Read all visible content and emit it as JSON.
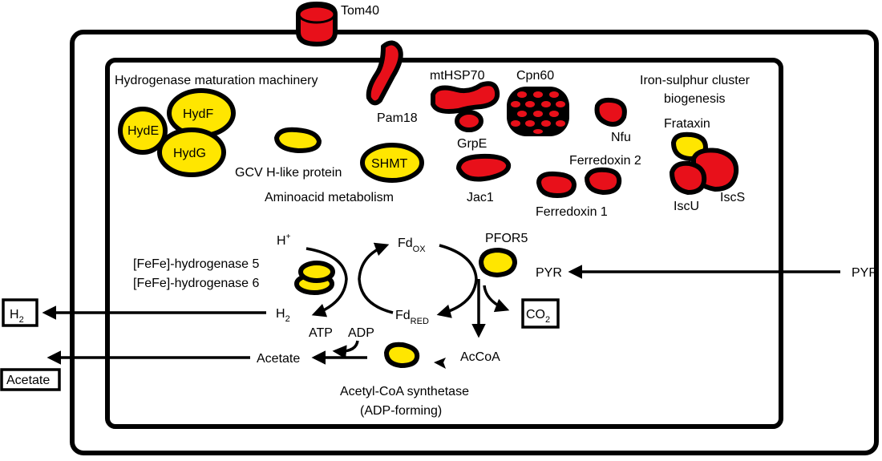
{
  "colors": {
    "red": "#e8101a",
    "yellow": "#ffe600",
    "outline": "#000000"
  },
  "proteins": {
    "tom40": "Tom40",
    "pam18": "Pam18",
    "mthsp70": "mtHSP70",
    "cpn60": "Cpn60",
    "grpe": "GrpE",
    "nfu": "Nfu",
    "jac1": "Jac1",
    "ferredoxin1": "Ferredoxin 1",
    "ferredoxin2": "Ferredoxin 2",
    "frataxin": "Frataxin",
    "iscu": "IscU",
    "iscs": "IscS",
    "hyde": "HydE",
    "hydf": "HydF",
    "hydg": "HydG",
    "gcv": "GCV H-like protein",
    "shmt": "SHMT",
    "pfor": "PFOR5",
    "hydrogenase5": "[FeFe]-hydrogenase 5",
    "hydrogenase6": "[FeFe]-hydrogenase 6",
    "acs_line1": "Acetyl-CoA synthetase",
    "acs_line2": "(ADP-forming)"
  },
  "groups": {
    "hydrogenase_maturation": "Hydrogenase maturation machinery",
    "fes_line1": "Iron-sulphur cluster",
    "fes_line2": "biogenesis",
    "aminoacid": "Aminoacid metabolism"
  },
  "metabolites": {
    "h_plus": "H",
    "h_plus_sup": "+",
    "fd_ox": "Fd",
    "fd_ox_sub": "OX",
    "fd_red": "Fd",
    "fd_red_sub": "RED",
    "h2": "H",
    "h2_sub": "2",
    "pyr_in": "PYR",
    "pyr_out": "PYR",
    "co2": "CO",
    "co2_sub": "2",
    "atp": "ATP",
    "adp": "ADP",
    "acetate": "Acetate",
    "accoa": "AcCoA"
  },
  "outputs": {
    "h2_box": "H",
    "h2_box_sub": "2",
    "acetate_box": "Acetate"
  }
}
